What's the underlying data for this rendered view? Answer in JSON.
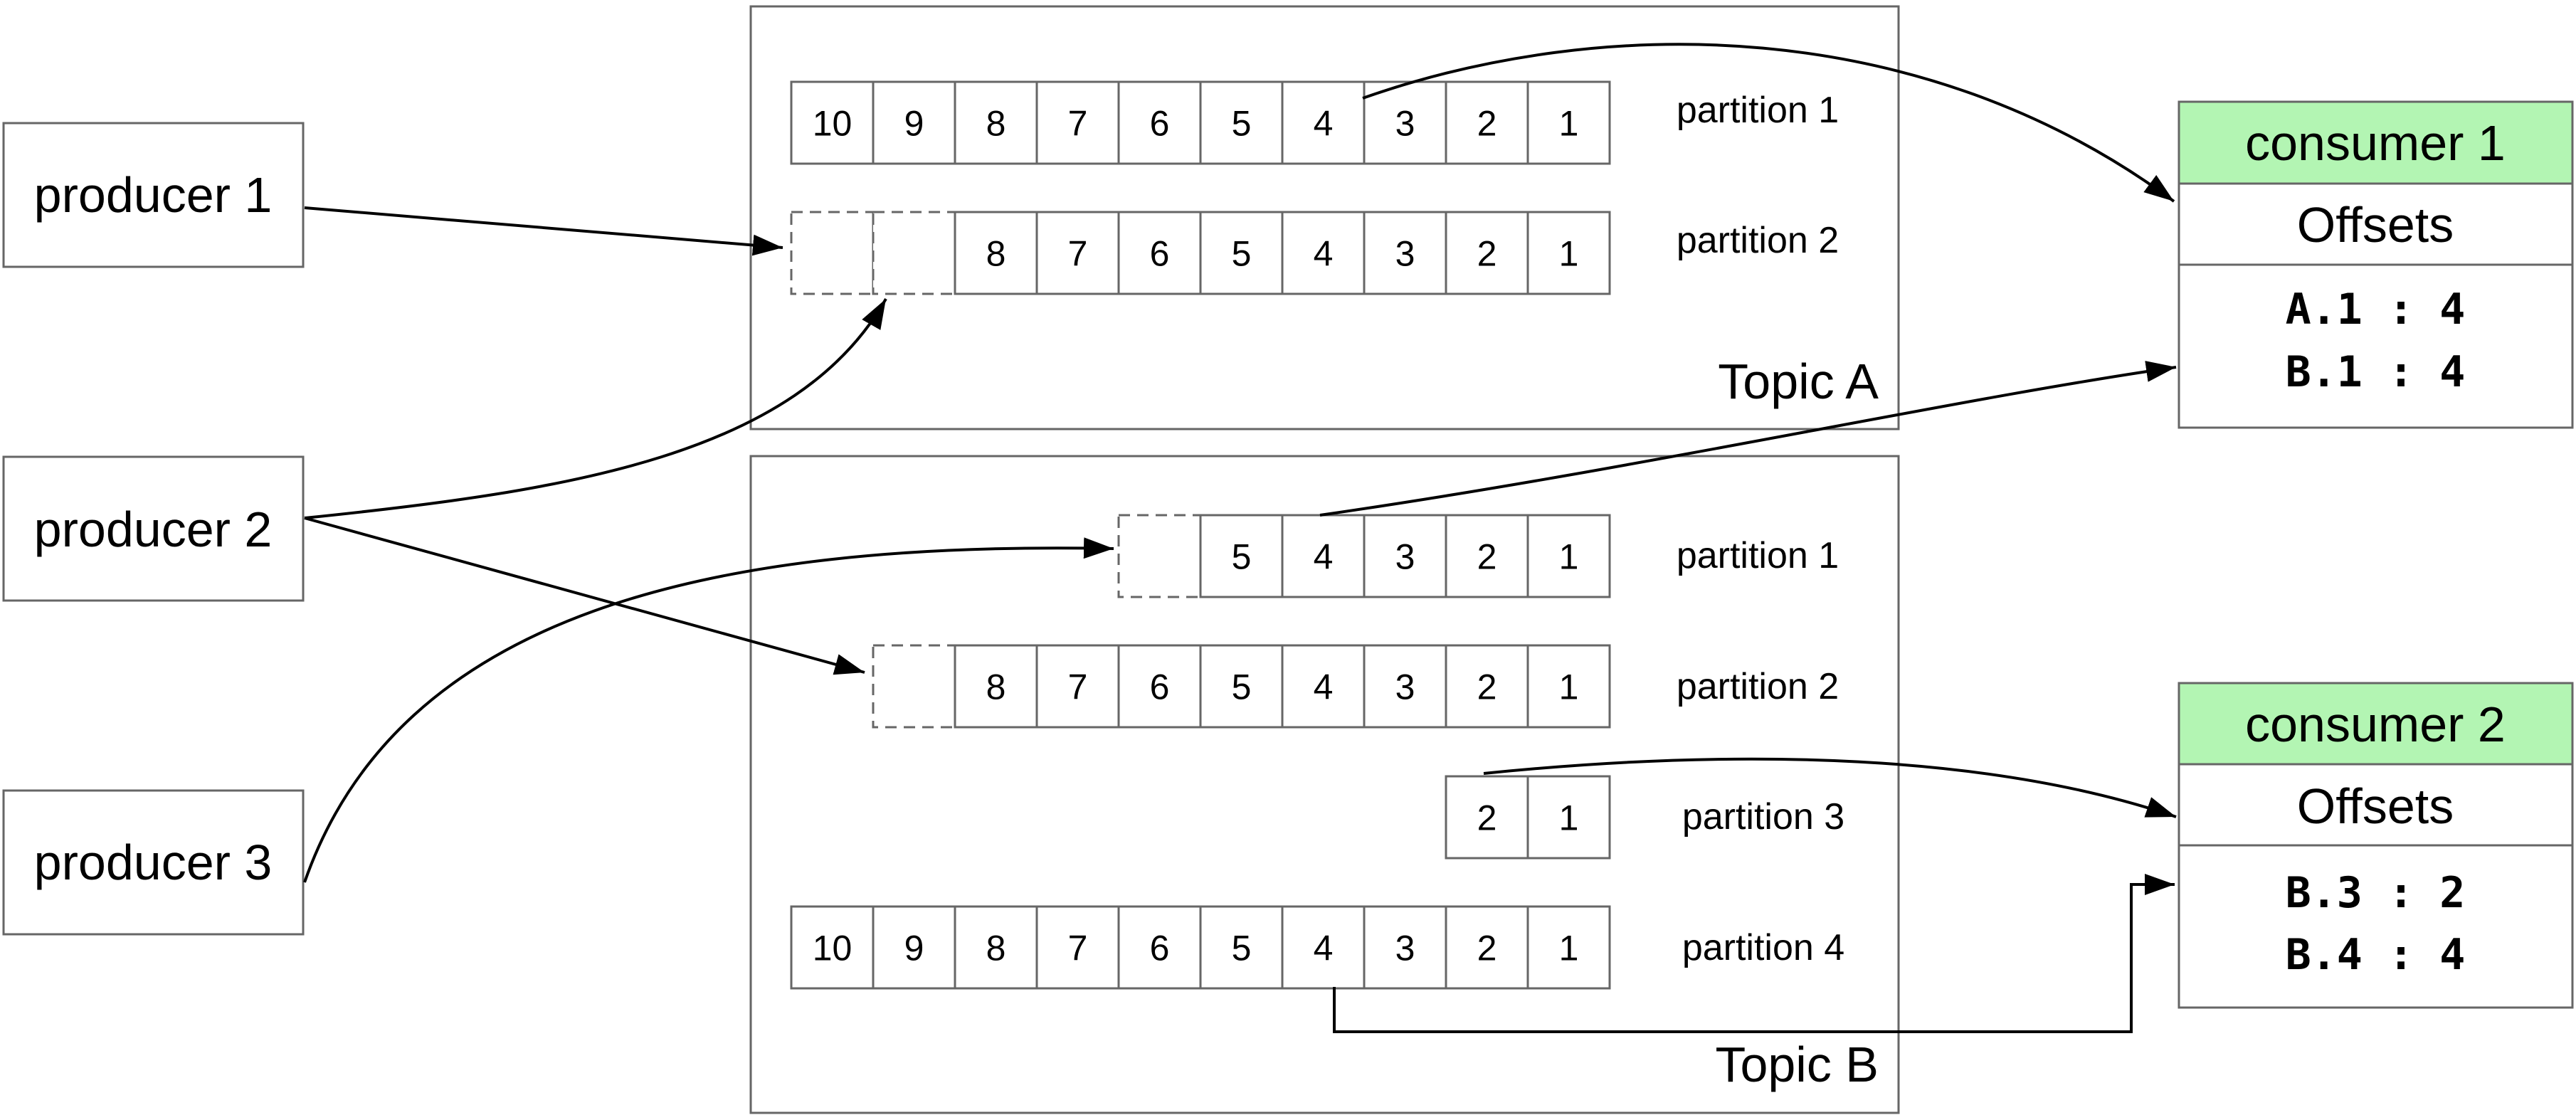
{
  "colors": {
    "line": "#000000",
    "box_stroke": "#666666",
    "consumer_header_fill": "#b3f5b3",
    "background": "#ffffff"
  },
  "producers": [
    {
      "label": "producer 1"
    },
    {
      "label": "producer 2"
    },
    {
      "label": "producer 3"
    }
  ],
  "topics": [
    {
      "label": "Topic A",
      "partitions": [
        {
          "label": "partition 1",
          "cells": [
            "10",
            "9",
            "8",
            "7",
            "6",
            "5",
            "4",
            "3",
            "2",
            "1"
          ],
          "empty_slots": 0
        },
        {
          "label": "partition 2",
          "cells": [
            "8",
            "7",
            "6",
            "5",
            "4",
            "3",
            "2",
            "1"
          ],
          "empty_slots": 2
        }
      ]
    },
    {
      "label": "Topic B",
      "partitions": [
        {
          "label": "partition 1",
          "cells": [
            "5",
            "4",
            "3",
            "2",
            "1"
          ],
          "empty_slots": 1
        },
        {
          "label": "partition 2",
          "cells": [
            "8",
            "7",
            "6",
            "5",
            "4",
            "3",
            "2",
            "1"
          ],
          "empty_slots": 1
        },
        {
          "label": "partition 3",
          "cells": [
            "2",
            "1"
          ],
          "empty_slots": 0
        },
        {
          "label": "partition 4",
          "cells": [
            "10",
            "9",
            "8",
            "7",
            "6",
            "5",
            "4",
            "3",
            "2",
            "1"
          ],
          "empty_slots": 0
        }
      ]
    }
  ],
  "consumers": [
    {
      "title": "consumer 1",
      "offsets_label": "Offsets",
      "offsets": [
        "A.1 : 4",
        "B.1 : 4"
      ]
    },
    {
      "title": "consumer 2",
      "offsets_label": "Offsets",
      "offsets": [
        "B.3 : 2",
        "B.4 : 4"
      ]
    }
  ]
}
